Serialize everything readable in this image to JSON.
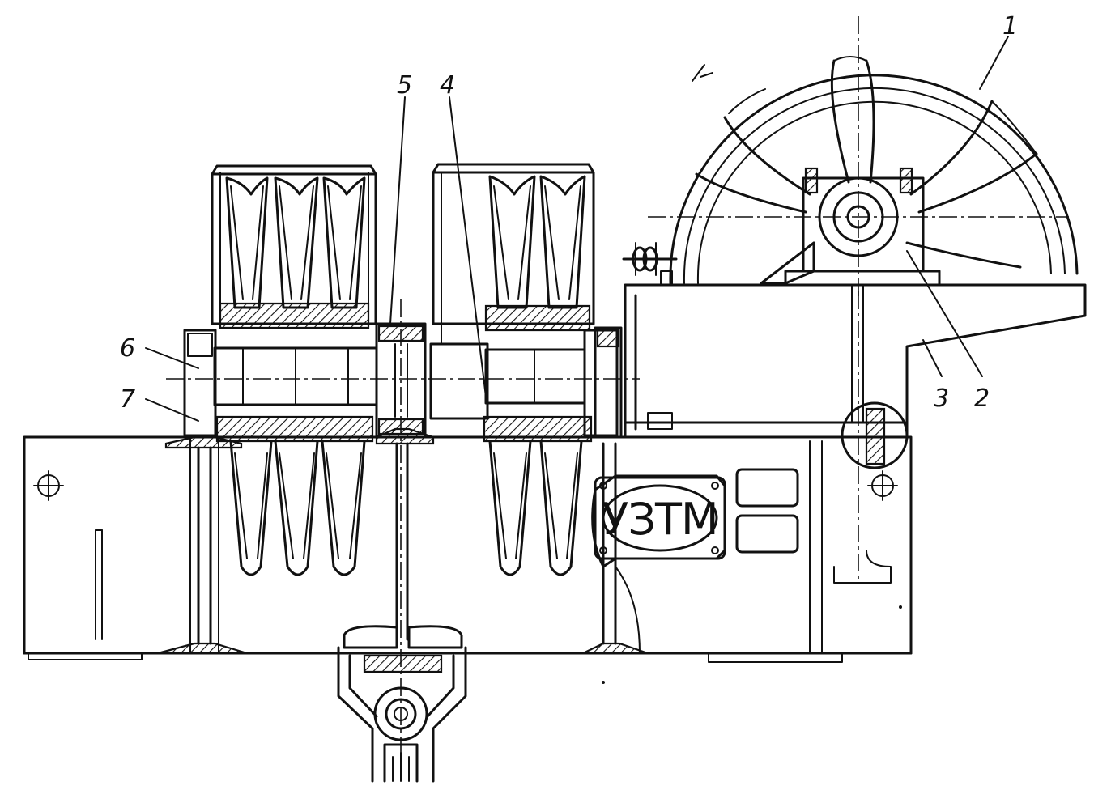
{
  "labels": {
    "n1": "1",
    "n2": "2",
    "n3": "3",
    "n4": "4",
    "n5": "5",
    "n6": "6",
    "n7": "7"
  },
  "logo_text": "УЗТМ",
  "colors": {
    "ink": "#111111",
    "paper": "#ffffff"
  }
}
